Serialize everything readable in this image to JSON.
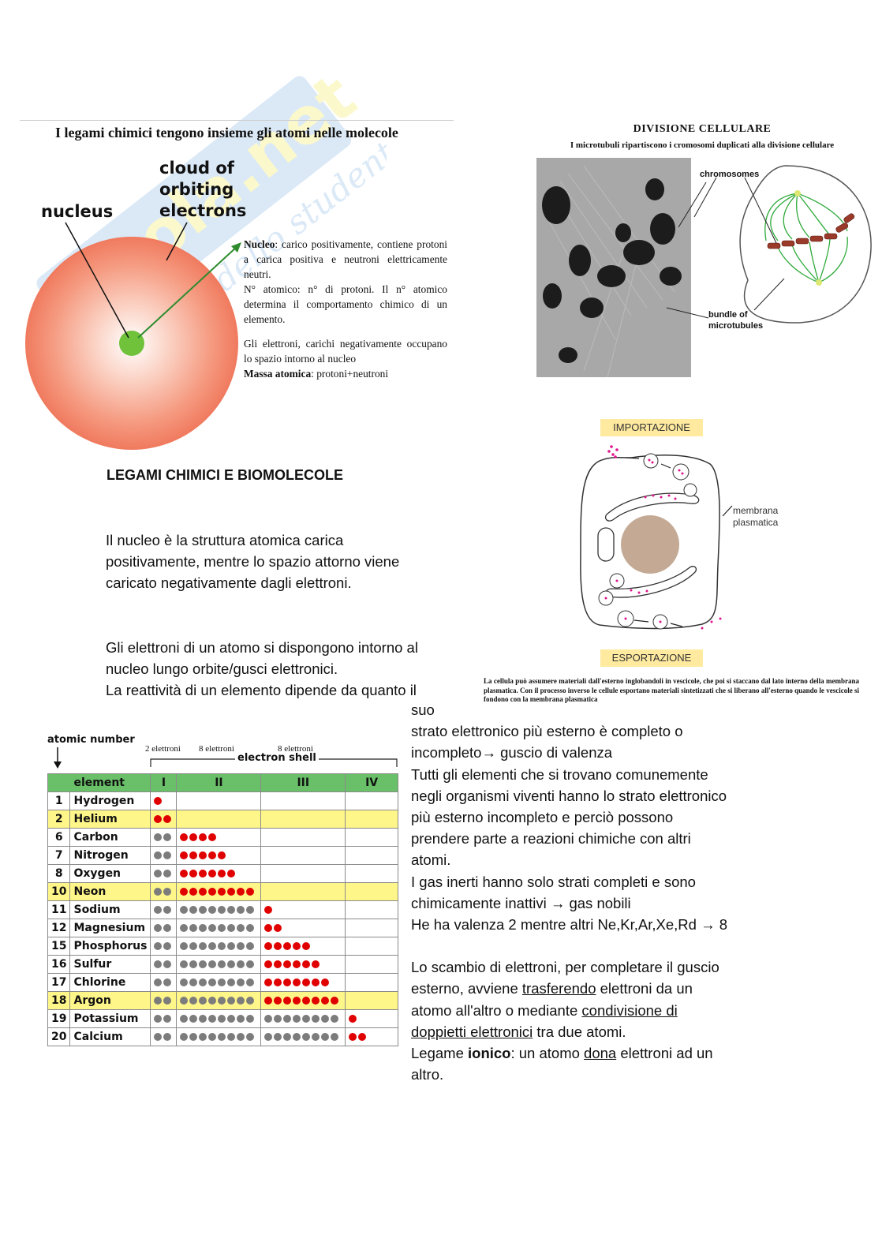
{
  "watermark": {
    "brand": "Skuola.net",
    "tagline": "il paradiso dello studente"
  },
  "atom_figure": {
    "title": "I legami chimici tengono insieme gli atomi nelle molecole",
    "label_nucleus": "nucleus",
    "label_cloud_1": "cloud of",
    "label_cloud_2": "orbiting",
    "label_cloud_3": "electrons",
    "desc_1_bold": "Nucleo",
    "desc_1_rest": ": carico positivamente, contiene protoni a carica positiva e neutroni elettricamente neutri.",
    "desc_2": "N° atomico: n° di protoni. Il n° atomico determina il comportamento chimico di un elemento.",
    "desc_3": "Gli elettroni, carichi negativamente occupano lo spazio intorno al nucleo",
    "desc_4_bold": "Massa atomica",
    "desc_4_rest": ": protoni+neutroni"
  },
  "division_figure": {
    "title": "DIVISIONE CELLULARE",
    "subtitle": "I microtubuli ripartiscono i cromosomi duplicati alla divisione cellulare",
    "label_chromosomes": "chromosomes",
    "label_bundle_1": "bundle of",
    "label_bundle_2": "microtubules"
  },
  "cell_figure": {
    "import_label": "IMPORTAZIONE",
    "export_label": "ESPORTAZIONE",
    "membrane_1": "membrana",
    "membrane_2": "plasmatica",
    "caption": "La cellula può assumere materiali dall'esterno inglobandoli in vescicole, che poi si staccano dal lato interno della membrana plasmatica. Con il processo inverso le cellule esportano materiali sintetizzati che si liberano all'esterno quando le vescicole si fondono con la membrana plasmatica"
  },
  "main": {
    "heading": "LEGAMI CHIMICI E BIOMOLECOLE",
    "para1_l1": "Il nucleo è la struttura atomica carica",
    "para1_l2": "positivamente, mentre lo spazio attorno viene",
    "para1_l3": "caricato negativamente dagli elettroni.",
    "para2_l1": "Gli elettroni di un atomo si dispongono intorno al",
    "para2_l2": "nucleo lungo orbite/gusci elettronici.",
    "para2_l3": "La reattività di un elemento dipende da quanto il",
    "para2_l4": "suo",
    "right_l1": "strato elettronico più esterno è completo o",
    "right_l2": "incompleto→ guscio di valenza",
    "right_l3": "Tutti gli elementi che si trovano comunemente",
    "right_l4": "negli organismi viventi hanno lo strato elettronico",
    "right_l5": "più esterno incompleto e perciò possono",
    "right_l6": "prendere parte a reazioni chimiche con altri",
    "right_l7": "atomi.",
    "right_l8": "I gas inerti hanno solo strati completi e sono",
    "right_l9": "chimicamente inattivi → gas nobili",
    "right_l10": "He ha valenza 2 mentre altri Ne,Kr,Ar,Xe,Rd → 8",
    "right_l11": "Lo scambio di elettroni, per completare il guscio",
    "right_l12_a": "esterno, avviene ",
    "right_l12_u": "trasferendo",
    "right_l12_b": " elettroni da un",
    "right_l13_a": "atomo all'altro o mediante ",
    "right_l13_u": "condivisione di",
    "right_l14_u": "doppietti elettronici",
    "right_l14_b": " tra due atomi.",
    "right_l15_a": "Legame ",
    "right_l15_bold": "ionico",
    "right_l15_b": ": un atomo ",
    "right_l15_u": "dona",
    "right_l15_c": " elettroni ad un",
    "right_l16": "altro."
  },
  "shell_table": {
    "atomic_number_label": "atomic number",
    "shell_note_1": "2 elettroni",
    "shell_note_2": "8 elettroni",
    "shell_note_3": "8 elettroni",
    "electron_shell_label": "electron shell",
    "headers": [
      "element",
      "I",
      "II",
      "III",
      "IV"
    ],
    "rows": [
      {
        "n": "1",
        "name": "Hydrogen",
        "shells": [
          1,
          0,
          0,
          0
        ],
        "noble": false
      },
      {
        "n": "2",
        "name": "Helium",
        "shells": [
          2,
          0,
          0,
          0
        ],
        "noble": true
      },
      {
        "n": "6",
        "name": "Carbon",
        "shells": [
          2,
          4,
          0,
          0
        ],
        "noble": false
      },
      {
        "n": "7",
        "name": "Nitrogen",
        "shells": [
          2,
          5,
          0,
          0
        ],
        "noble": false
      },
      {
        "n": "8",
        "name": "Oxygen",
        "shells": [
          2,
          6,
          0,
          0
        ],
        "noble": false
      },
      {
        "n": "10",
        "name": "Neon",
        "shells": [
          2,
          8,
          0,
          0
        ],
        "noble": true
      },
      {
        "n": "11",
        "name": "Sodium",
        "shells": [
          2,
          8,
          1,
          0
        ],
        "noble": false
      },
      {
        "n": "12",
        "name": "Magnesium",
        "shells": [
          2,
          8,
          2,
          0
        ],
        "noble": false
      },
      {
        "n": "15",
        "name": "Phosphorus",
        "shells": [
          2,
          8,
          5,
          0
        ],
        "noble": false
      },
      {
        "n": "16",
        "name": "Sulfur",
        "shells": [
          2,
          8,
          6,
          0
        ],
        "noble": false
      },
      {
        "n": "17",
        "name": "Chlorine",
        "shells": [
          2,
          8,
          7,
          0
        ],
        "noble": false
      },
      {
        "n": "18",
        "name": "Argon",
        "shells": [
          2,
          8,
          8,
          0
        ],
        "noble": true
      },
      {
        "n": "19",
        "name": "Potassium",
        "shells": [
          2,
          8,
          8,
          1
        ],
        "noble": false
      },
      {
        "n": "20",
        "name": "Calcium",
        "shells": [
          2,
          8,
          8,
          2
        ],
        "noble": false
      }
    ],
    "colors": {
      "header_bg": "#6abf69",
      "noble_bg": "#fff68a",
      "inner_dot": "#7c7c7c",
      "valence_dot": "#e00000"
    }
  }
}
